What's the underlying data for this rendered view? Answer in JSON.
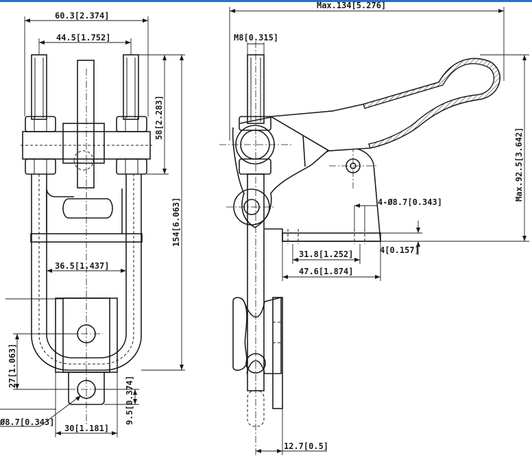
{
  "colors": {
    "line": "#1a1a1a",
    "background": "#ffffff",
    "accent_bar": "#2a6fc9"
  },
  "dimensions": {
    "overall_width": "60.3[2.374]",
    "stud_spacing": "44.5[1.752]",
    "bolt_length": "58[2.283]",
    "overall_height": "154[6.063]",
    "inner_width": "36.5[1.437]",
    "hole_offset": "27[1.063]",
    "hole_diameter": "Ø8.7[0.343]",
    "bottom_width": "30[1.181]",
    "tab_offset": "9.5[0.374]",
    "max_length": "Max.134[5.276]",
    "thread": "M8[0.315]",
    "max_height": "Max.92.5[3.642]",
    "mount_holes": "4-Ø8.7[0.343]",
    "hole_spacing_a": "31.8[1.252]",
    "base_thickness": "4[0.157]",
    "hole_spacing_b": "47.6[1.874]",
    "latch_offset": "12.7[0.5]"
  }
}
